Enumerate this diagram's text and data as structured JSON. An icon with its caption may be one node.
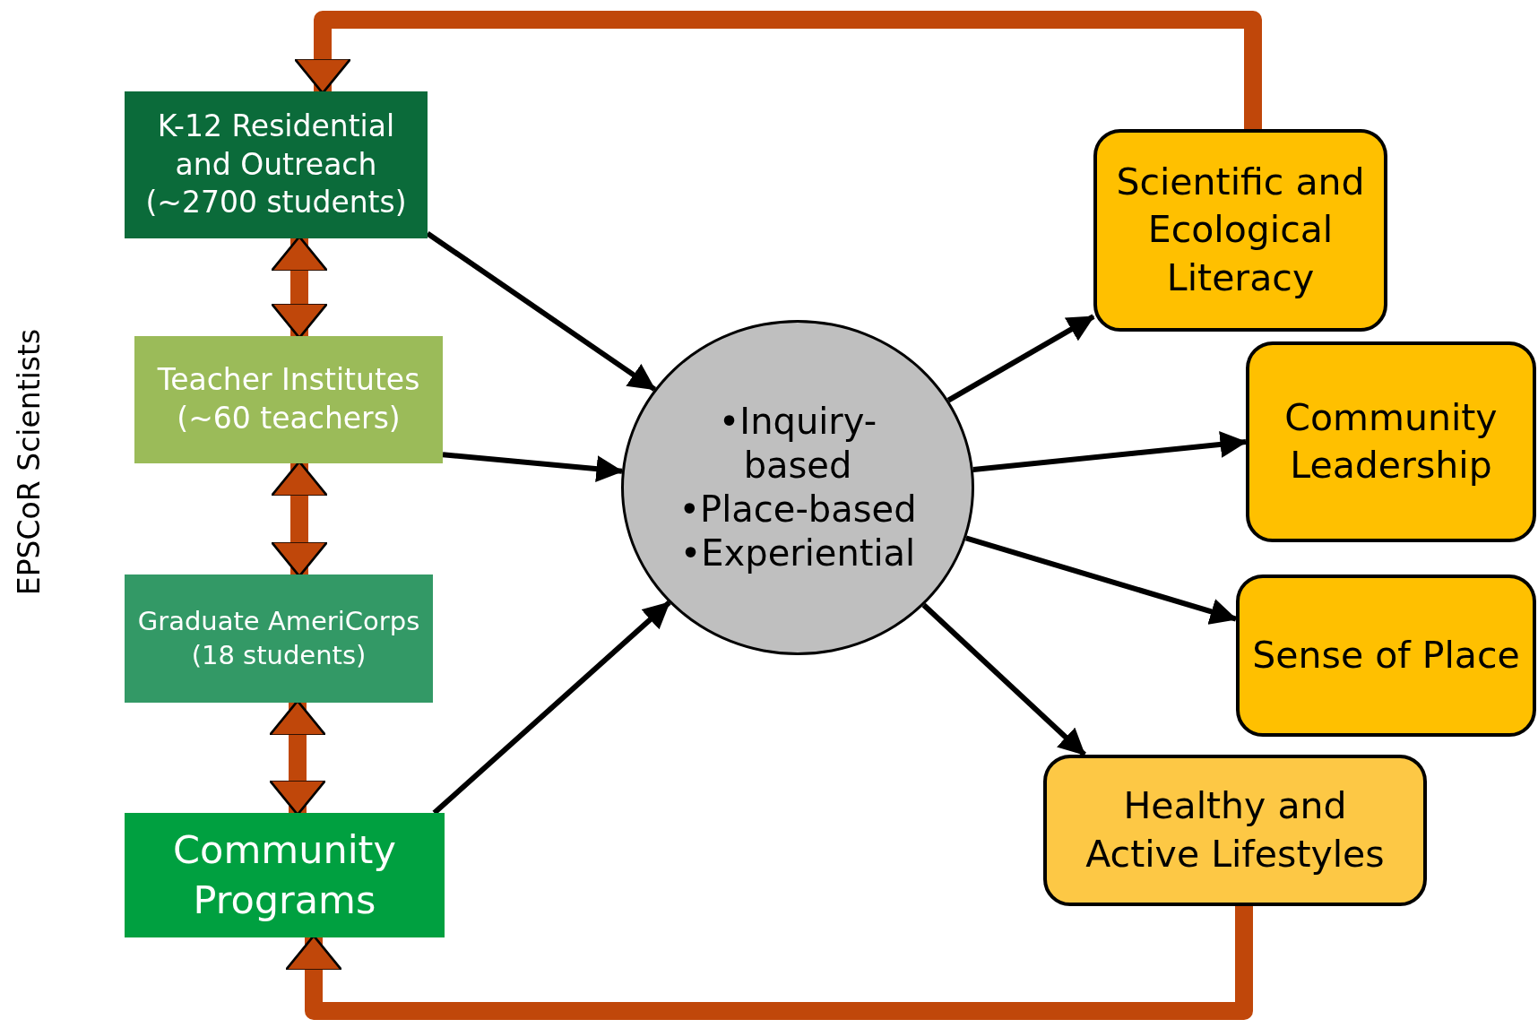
{
  "diagram": {
    "nodes": [
      {
        "text": [
          "K-12 Residential and Outreach",
          "(~2700 students)"
        ]
      },
      {
        "text": [
          "Teacher Institutes",
          "(~60 teachers)"
        ]
      },
      {
        "text": [
          "Graduate AmeriCorps",
          "(18 students)"
        ]
      },
      {
        "text": [
          "Community Programs"
        ]
      },
      {
        "text": [
          "•Inquiry-based",
          "•Place-based",
          "•Experiential"
        ]
      },
      {
        "text": [
          "Scientific and Ecological Literacy"
        ]
      },
      {
        "text": [
          "Community Leadership"
        ]
      },
      {
        "text": [
          "Sense of Place"
        ]
      },
      {
        "text": [
          "Healthy and Active Lifestyles"
        ]
      }
    ],
    "edges": [
      {
        "from": 0,
        "to": 4,
        "arrow": "to"
      },
      {
        "from": 1,
        "to": 4,
        "arrow": "to"
      },
      {
        "from": 3,
        "to": 4,
        "arrow": "to"
      },
      {
        "from": 4,
        "to": 5,
        "arrow": "to"
      },
      {
        "from": 4,
        "to": 6,
        "arrow": "to"
      },
      {
        "from": 4,
        "to": 7,
        "arrow": "to"
      },
      {
        "from": 4,
        "to": 8,
        "arrow": "to"
      },
      {
        "from": 0,
        "to": 1,
        "arrow": "both",
        "style": "thick",
        "color": "#c0470a"
      },
      {
        "from": 1,
        "to": 2,
        "arrow": "both",
        "style": "thick",
        "color": "#c0470a"
      },
      {
        "from": 2,
        "to": 3,
        "arrow": "both",
        "style": "thick",
        "color": "#c0470a"
      },
      {
        "from": 5,
        "to": 0,
        "arrow": "to",
        "style": "thick",
        "color": "#c0470a"
      },
      {
        "from": 8,
        "to": 3,
        "arrow": "to",
        "style": "thick",
        "color": "#c0470a"
      }
    ],
    "labels": [
      "EPSCoR Scientists"
    ]
  }
}
